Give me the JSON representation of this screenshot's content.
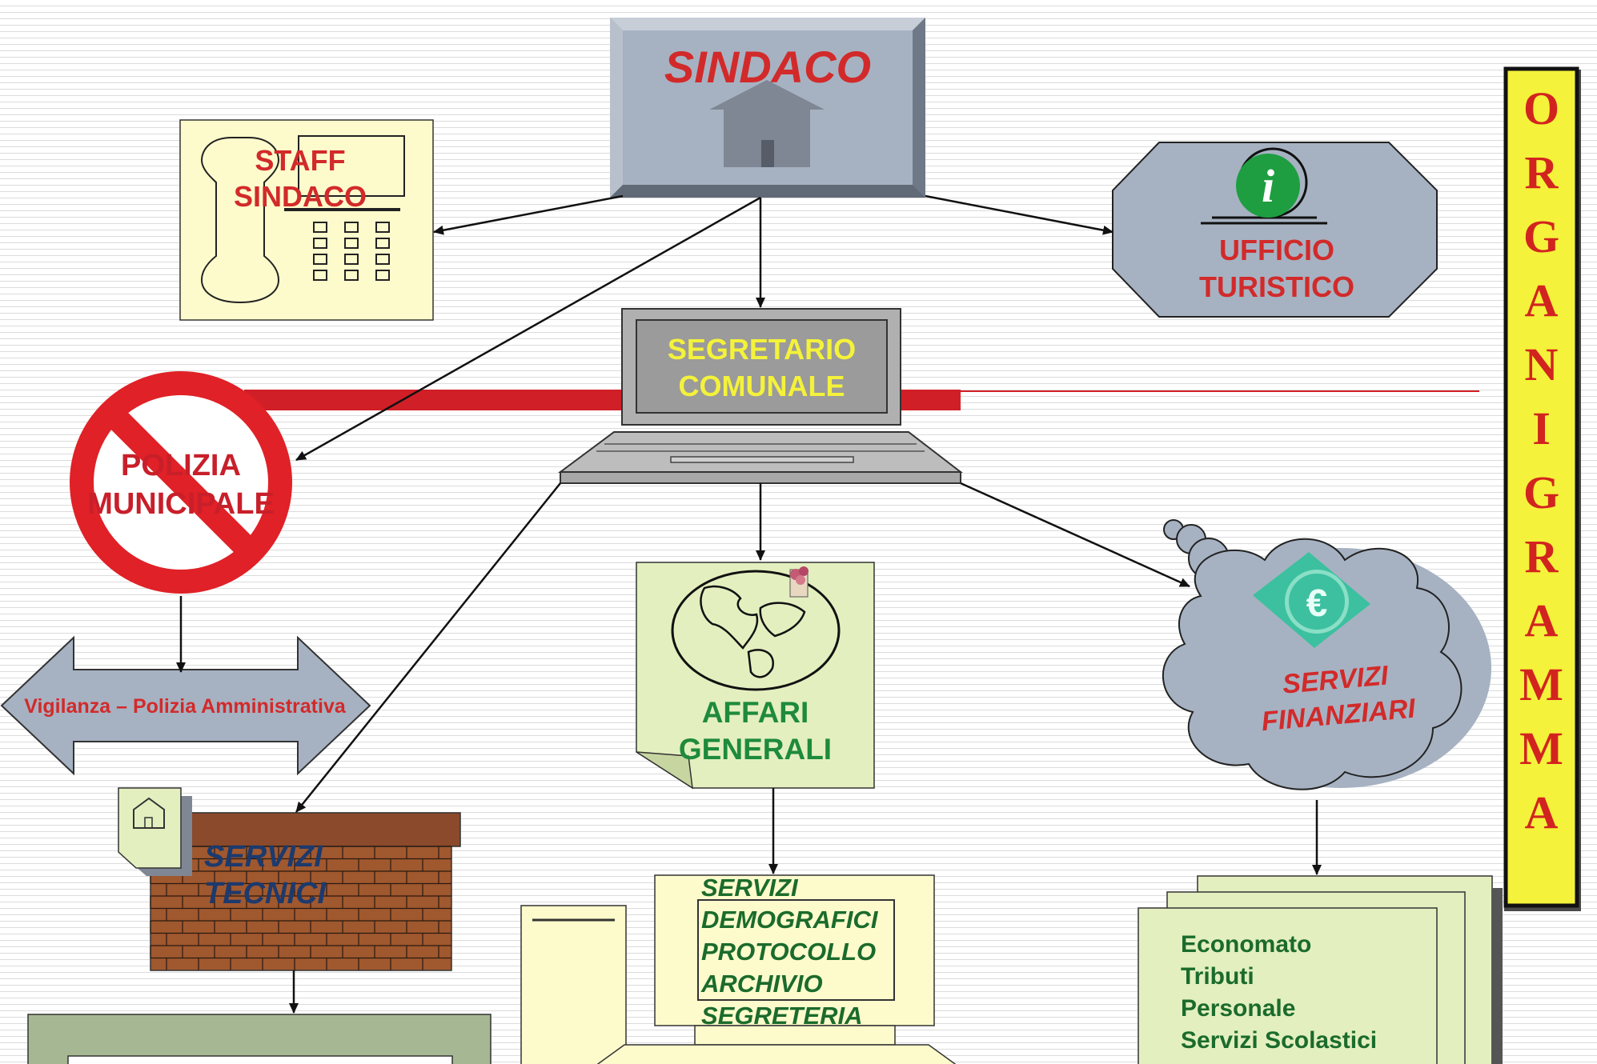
{
  "nodes": {
    "sindaco": {
      "label": "SINDACO"
    },
    "staff": {
      "line1": "STAFF",
      "line2": "SINDACO"
    },
    "turistico": {
      "line1": "UFFICIO",
      "line2": "TURISTICO",
      "icon": "info-icon"
    },
    "segretario": {
      "line1": "SEGRETARIO",
      "line2": "COMUNALE"
    },
    "polizia": {
      "line1": "POLIZIA",
      "line2": "MUNICIPALE"
    },
    "vigilanza": {
      "label": "Vigilanza – Polizia Amministrativa"
    },
    "affari": {
      "line1": "AFFARI",
      "line2": "GENERALI"
    },
    "finanziari": {
      "line1": "SERVIZI",
      "line2": "FINANZIARI"
    },
    "tecnici": {
      "line1": "SERVIZI",
      "line2": "TECNICI"
    },
    "demografici": {
      "items": [
        "SERVIZI",
        "DEMOGRAFICI",
        "PROTOCOLLO",
        "ARCHIVIO",
        "SEGRETERIA"
      ]
    },
    "finanziari_list": {
      "items": [
        "Economato",
        "Tributi",
        "Personale",
        "Servizi Scolastici"
      ]
    }
  },
  "side_title": {
    "letters": [
      "O",
      "R",
      "G",
      "A",
      "N",
      "I",
      "G",
      "R",
      "A",
      "M",
      "M",
      "A"
    ]
  },
  "colors": {
    "red_text": "#d22a2a",
    "yellow_text": "#f4f23a",
    "green_text": "#1e8a3c",
    "navy_text": "#1c3a6e",
    "pale_yellow": "#fdfbcc",
    "pale_green": "#e3efbf",
    "gray_blue": "#a6b2c2"
  }
}
